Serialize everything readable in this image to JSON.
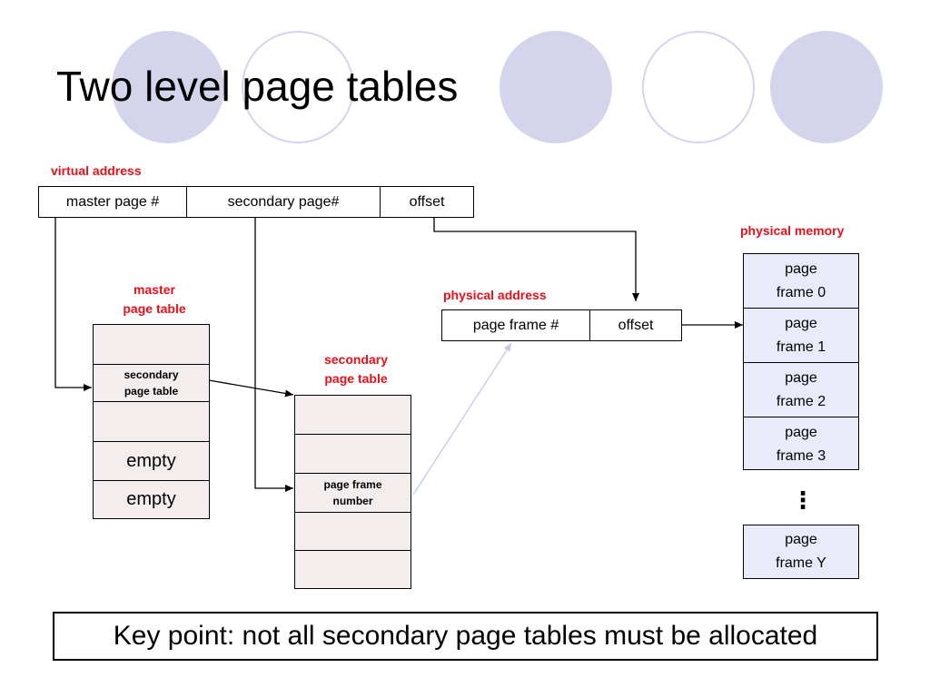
{
  "slide": {
    "title": "Two level page tables",
    "key_point": "Key point: not all secondary page tables must be allocated"
  },
  "virtual_address": {
    "label": "virtual address",
    "fields": [
      "master page #",
      "secondary page#",
      "offset"
    ]
  },
  "master_table": {
    "label_line1": "master",
    "label_line2": "page table",
    "entry_secondary_line1": "secondary",
    "entry_secondary_line2": "page table",
    "empty_1": "empty",
    "empty_2": "empty"
  },
  "secondary_table": {
    "label_line1": "secondary",
    "label_line2": "page table",
    "entry_line1": "page frame",
    "entry_line2": "number"
  },
  "physical_address": {
    "label": "physical address",
    "fields": [
      "page frame #",
      "offset"
    ]
  },
  "physical_memory": {
    "label": "physical memory",
    "frames": [
      {
        "line1": "page",
        "line2": "frame 0"
      },
      {
        "line1": "page",
        "line2": "frame 1"
      },
      {
        "line1": "page",
        "line2": "frame 2"
      },
      {
        "line1": "page",
        "line2": "frame 3"
      }
    ],
    "ellipsis": "⋮",
    "last_frame": {
      "line1": "page",
      "line2": "frame Y"
    }
  },
  "colors": {
    "label_red": "#e8101a",
    "decor_circle": "#d4d5ec",
    "table_fill": "#f3eded",
    "memory_fill": "#eaebfa",
    "faint_arrow": "#c8c8e8"
  }
}
